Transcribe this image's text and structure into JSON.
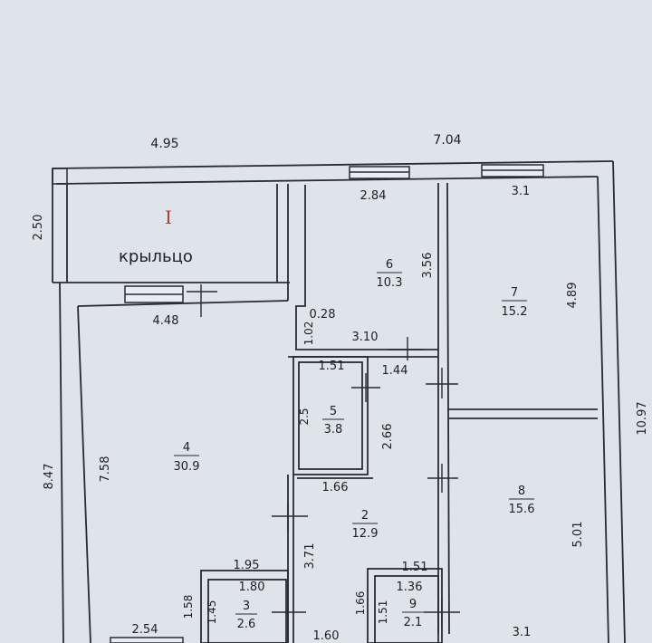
{
  "overall": {
    "top_left_width": "4.95",
    "top_right_width": "7.04",
    "porch_depth": "2.50",
    "left_height": "8.47",
    "right_height": "10.97"
  },
  "porch": {
    "roman": "I",
    "label": "крыльцо"
  },
  "rooms": {
    "r4": {
      "num": "4",
      "area": "30.9",
      "width": "4.48",
      "height": "7.58"
    },
    "r6": {
      "num": "6",
      "area": "10.3",
      "width": "2.84",
      "height": "3.56",
      "notch_w": "0.28",
      "notch_h": "1.02",
      "bottom": "3.10"
    },
    "r7": {
      "num": "7",
      "area": "15.2",
      "width": "3.1",
      "height": "4.89"
    },
    "r5": {
      "num": "5",
      "area": "3.8",
      "width": "1.51",
      "height": "2.5"
    },
    "r2": {
      "num": "2",
      "area": "12.9",
      "width": "1.66",
      "height": "3.71",
      "upper_w": "1.44",
      "upper_h": "2.66"
    },
    "r8": {
      "num": "8",
      "area": "15.6",
      "height": "5.01",
      "bottom": "3.1"
    },
    "r3": {
      "num": "3",
      "area": "2.6",
      "width": "1.80",
      "height": "1.45",
      "bottom": "1.60"
    },
    "r9": {
      "num": "9",
      "area": "2.1",
      "width": "1.36",
      "height": "1.51",
      "top": "1.51",
      "left": "1.66"
    }
  },
  "misc": {
    "d_195": "1.95",
    "d_158": "1.58",
    "d_254": "2.54"
  }
}
